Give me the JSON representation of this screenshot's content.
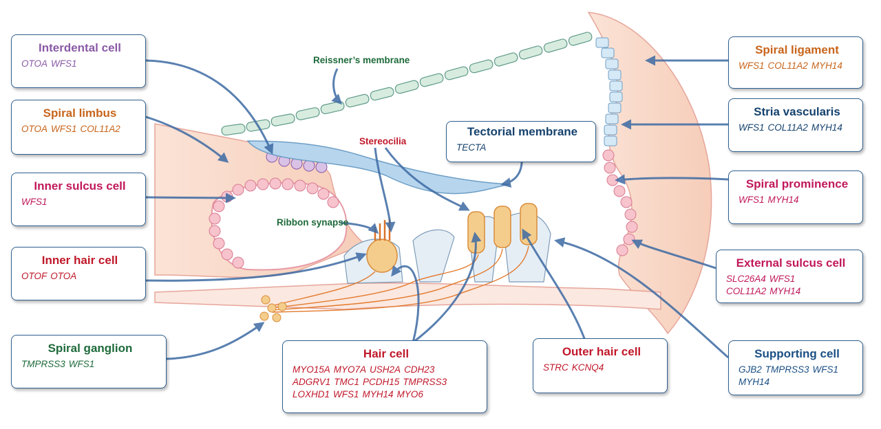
{
  "labels": {
    "interdental": {
      "title": "Interdental cell",
      "genes": [
        "OTOA",
        "WFS1"
      ]
    },
    "spiral_limbus": {
      "title": "Spiral limbus",
      "genes": [
        "OTOA",
        "WFS1",
        "COL11A2"
      ]
    },
    "inner_sulcus": {
      "title": "Inner sulcus cell",
      "genes": [
        "WFS1"
      ]
    },
    "inner_hair": {
      "title": "Inner hair cell",
      "genes": [
        "OTOF",
        "OTOA"
      ]
    },
    "spiral_ganglion": {
      "title": "Spiral ganglion",
      "genes": [
        "TMPRSS3",
        "WFS1"
      ]
    },
    "tectorial": {
      "title": "Tectorial membrane",
      "genes": [
        "TECTA"
      ]
    },
    "hair_cell": {
      "title": "Hair cell",
      "genes": [
        "MYO15A",
        "MYO7A",
        "USH2A",
        "CDH23",
        "ADGRV1",
        "TMC1",
        "PCDH15",
        "TMPRSS3",
        "LOXHD1",
        "WFS1",
        "MYH14",
        "MYO6"
      ]
    },
    "outer_hair": {
      "title": "Outer hair cell",
      "genes": [
        "STRC",
        "KCNQ4"
      ]
    },
    "spiral_ligament": {
      "title": "Spiral ligament",
      "genes": [
        "WFS1",
        "COL11A2",
        "MYH14"
      ]
    },
    "stria": {
      "title": "Stria vascularis",
      "genes": [
        "WFS1",
        "COL11A2",
        "MYH14"
      ]
    },
    "spiral_prominence": {
      "title": "Spiral prominence",
      "genes": [
        "WFS1",
        "MYH14"
      ]
    },
    "external_sulcus": {
      "title": "External sulcus cell",
      "genes": [
        "SLC26A4",
        "WFS1",
        "COL11A2",
        "MYH14"
      ]
    },
    "supporting": {
      "title": "Supporting cell",
      "genes": [
        "GJB2",
        "TMPRSS3",
        "WFS1",
        "MYH14"
      ]
    }
  },
  "annotations": {
    "reissner": "Reissner’s membrane",
    "stereocilia": "Stereocilia",
    "ribbon": "Ribbon synapse"
  },
  "colors": {
    "purple": "#8a5aa6",
    "orange": "#c8651b",
    "pink": "#c0185a",
    "red": "#c0182a",
    "green": "#1e6a3a",
    "navy": "#15426e",
    "box_border": "#2f5f8f",
    "arrow": "#3d6aa3"
  }
}
